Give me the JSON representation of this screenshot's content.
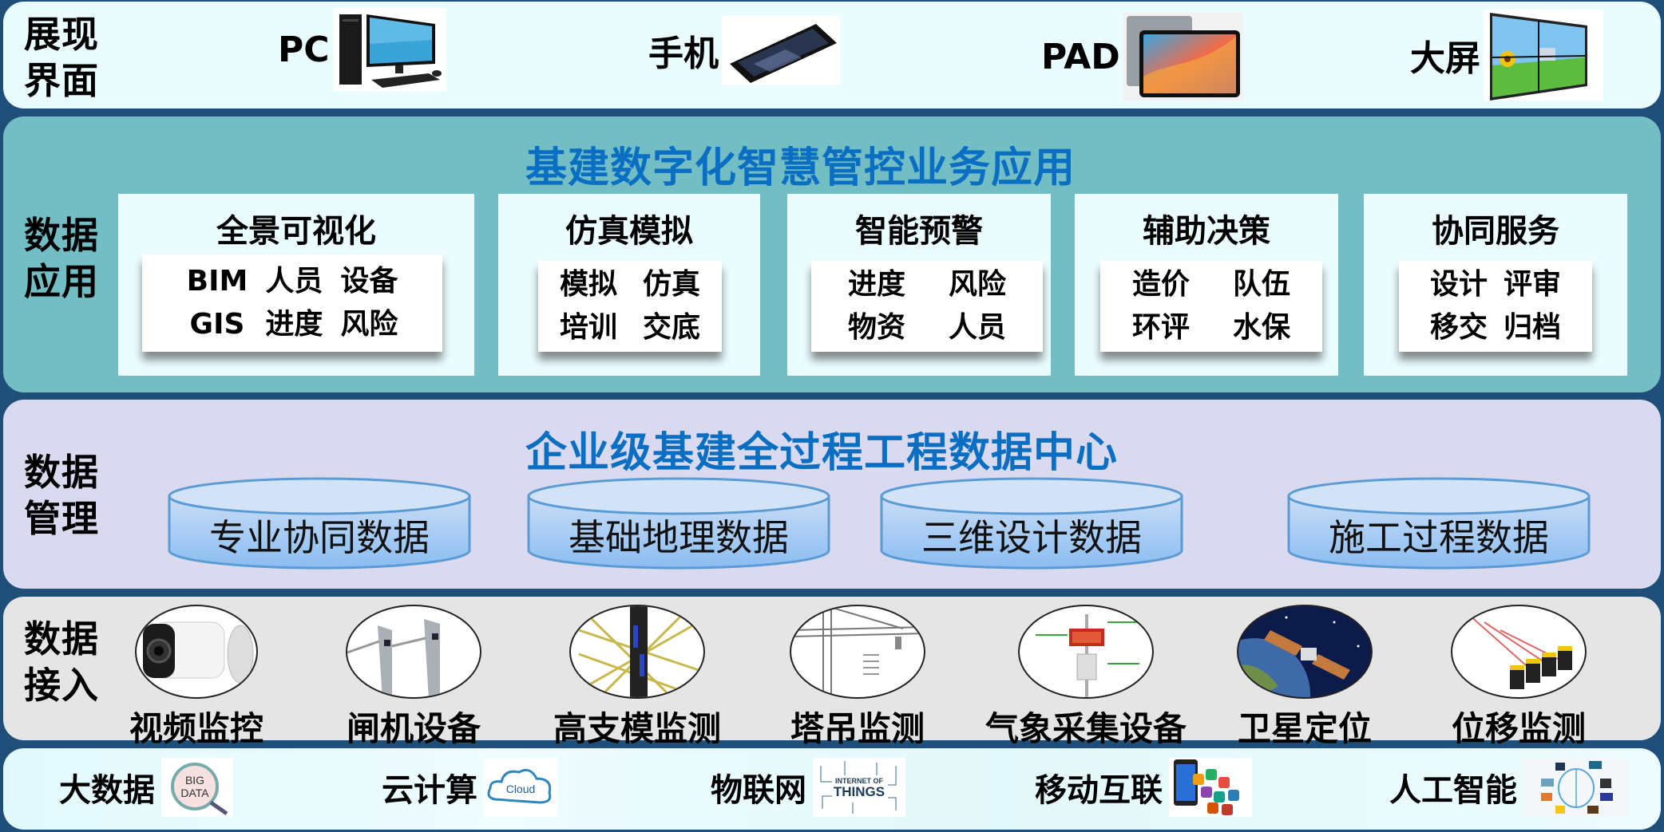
{
  "layers": {
    "display": {
      "label": "展现\n界面",
      "label_lines": [
        "展现",
        "界面"
      ],
      "devices": [
        {
          "label": "PC",
          "icon": "desktop-computer-icon"
        },
        {
          "label": "手机",
          "icon": "smartphone-icon"
        },
        {
          "label": "PAD",
          "icon": "tablet-icon"
        },
        {
          "label": "大屏",
          "icon": "video-wall-icon"
        }
      ]
    },
    "application": {
      "label_lines": [
        "数据",
        "应用"
      ],
      "title": "基建数字化智慧管控业务应用",
      "cards": [
        {
          "title": "全景可视化",
          "items": [
            "BIM",
            "人员",
            "设备",
            "GIS",
            "进度",
            "风险"
          ]
        },
        {
          "title": "仿真模拟",
          "items": [
            "模拟",
            "仿真",
            "培训",
            "交底"
          ]
        },
        {
          "title": "智能预警",
          "items": [
            "进度",
            "风险",
            "物资",
            "人员"
          ]
        },
        {
          "title": "辅助决策",
          "items": [
            "造价",
            "队伍",
            "环评",
            "水保"
          ]
        },
        {
          "title": "协同服务",
          "items": [
            "设计",
            "评审",
            "移交",
            "归档"
          ]
        }
      ]
    },
    "management": {
      "label_lines": [
        "数据",
        "管理"
      ],
      "title": "企业级基建全过程工程数据中心",
      "databases": [
        "专业协同数据",
        "基础地理数据",
        "三维设计数据",
        "施工过程数据"
      ]
    },
    "access": {
      "label_lines": [
        "数据",
        "接入"
      ],
      "sources": [
        {
          "label": "视频监控",
          "icon": "security-camera-icon"
        },
        {
          "label": "闸机设备",
          "icon": "turnstile-gate-icon"
        },
        {
          "label": "高支模监测",
          "icon": "formwork-scaffold-icon"
        },
        {
          "label": "塔吊监测",
          "icon": "tower-crane-icon"
        },
        {
          "label": "气象采集设备",
          "icon": "weather-station-icon"
        },
        {
          "label": "卫星定位",
          "icon": "satellite-icon"
        },
        {
          "label": "位移监测",
          "icon": "displacement-sensor-icon"
        }
      ]
    },
    "technology": {
      "items": [
        {
          "label": "大数据",
          "icon": "big-data-icon",
          "icon_text": [
            "BIG",
            "DATA"
          ]
        },
        {
          "label": "云计算",
          "icon": "cloud-icon",
          "icon_text": [
            "Cloud"
          ]
        },
        {
          "label": "物联网",
          "icon": "internet-of-things-icon",
          "icon_text": [
            "INTERNET OF",
            "THINGS"
          ]
        },
        {
          "label": "移动互联",
          "icon": "mobile-apps-icon",
          "icon_text": []
        },
        {
          "label": "人工智能",
          "icon": "ai-brain-icon",
          "icon_text": []
        }
      ]
    }
  },
  "colors": {
    "background": "#1F4E79",
    "display_band": "#EAFCFE",
    "application_band": "#72BEC4",
    "management_band": "#D9D9EF",
    "access_band": "#E5E5E5",
    "title_blue": "#0A6FC2",
    "cylinder_fill": "#9DC3F0",
    "cylinder_stroke": "#5B9BD5"
  }
}
